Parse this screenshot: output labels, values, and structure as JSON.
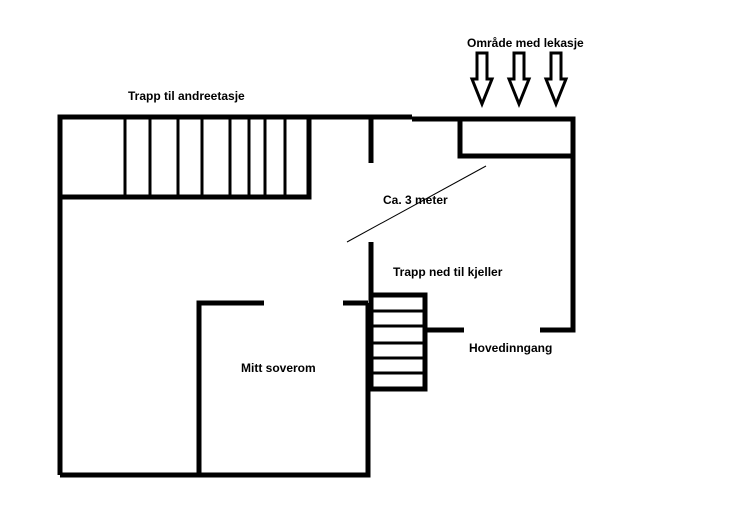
{
  "labels": {
    "leak_area": "Område med lekasje",
    "stairs_up": "Trapp til andreetasje",
    "distance": "Ca. 3 meter",
    "stairs_down": "Trapp ned til kjeller",
    "entrance": "Hovedinngang",
    "bedroom": "Mitt soverom"
  },
  "icons": {
    "leak_arrows": [
      "down-arrow-icon",
      "down-arrow-icon",
      "down-arrow-icon"
    ]
  }
}
